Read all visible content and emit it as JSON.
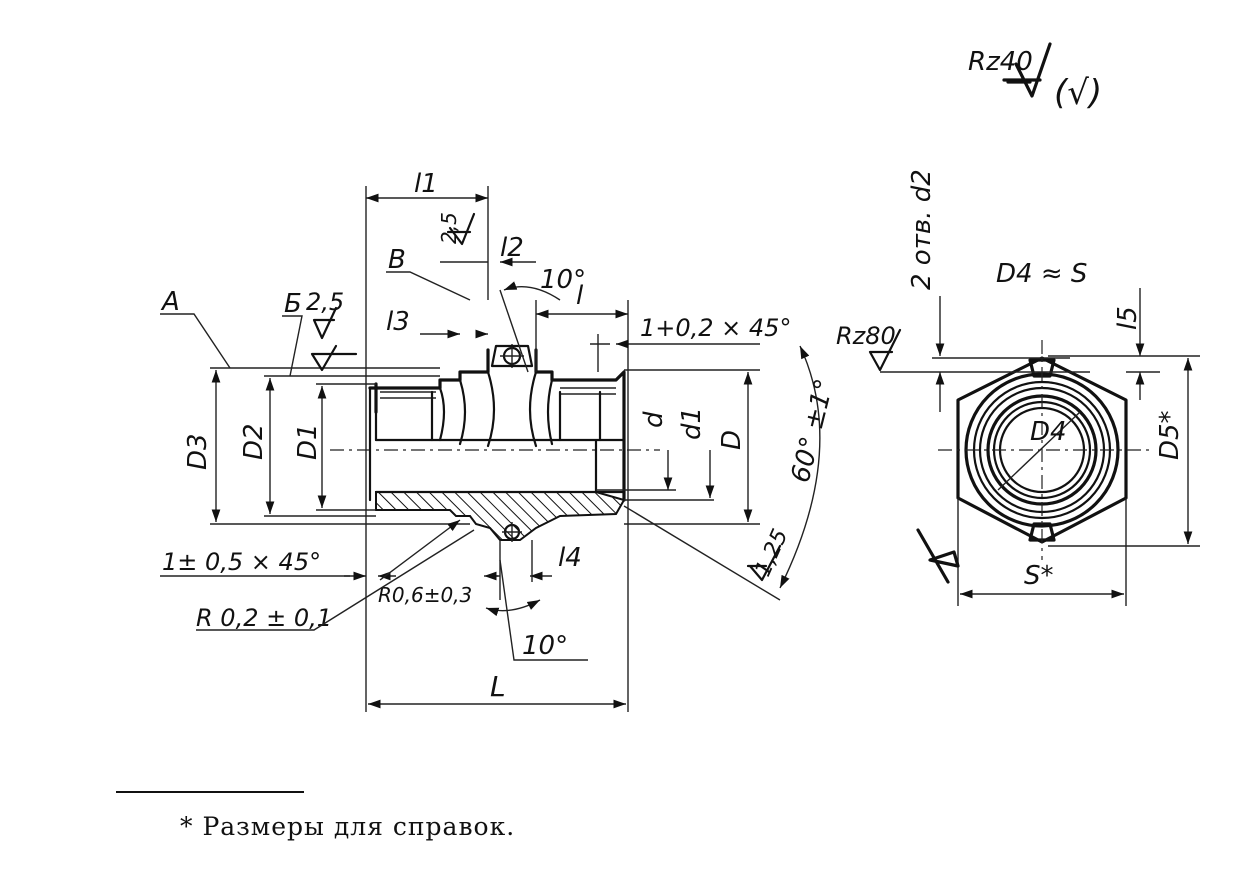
{
  "drawing": {
    "roughness_main": "Rz40",
    "roughness_main_paren": "(√)",
    "front_view": {
      "l1": "l1",
      "roughness_25_vertical": "2,5",
      "B": "В",
      "l2": "l2",
      "angle_top": "10°",
      "l": "l",
      "chamfer_top": "1+0,2 × 45°",
      "A": "А",
      "Bb": "Б",
      "roughness_25": "2,5",
      "l3": "l3",
      "D3": "D3",
      "D2": "D2",
      "D1": "D1",
      "d": "d",
      "d1": "d1",
      "D": "D",
      "thread_angle": "60° ±1°",
      "roughness_125": "1,25",
      "chamfer_bottom": "1± 0,5 × 45°",
      "R06": "R0,6±0,3",
      "R02": "R 0,2 ± 0,1",
      "l4": "l4",
      "angle_bottom": "10°",
      "L": "L"
    },
    "side_view": {
      "holes": "2 отв. d2",
      "D4_eq": "D4 ≈ S",
      "roughness_rz80": "Rz80",
      "l5": "l5",
      "D4": "D4",
      "D5": "D5*",
      "S": "S*"
    }
  },
  "footnote": "* Размеры для справок."
}
